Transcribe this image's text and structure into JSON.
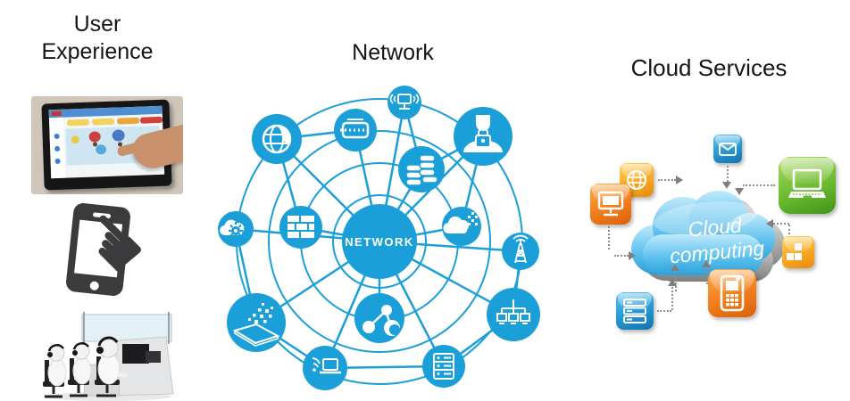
{
  "user_experience": {
    "title_line1": "User",
    "title_line2": "Experience",
    "images": [
      {
        "name": "touchscreen-kiosk-photo"
      },
      {
        "name": "smartphone-touch-icon"
      },
      {
        "name": "support-team-illustration"
      }
    ]
  },
  "network": {
    "title": "Network",
    "center_label": "NETWORK",
    "color": "#1b9fd8",
    "nodes": [
      "wireless-display",
      "globe",
      "network-switch",
      "secure-user",
      "database-stack",
      "cloud-gear",
      "firewall",
      "data-cloud",
      "radio-tower",
      "touch-scanner",
      "share-nodes",
      "lan-topology",
      "wireless-laptop",
      "server-rack"
    ]
  },
  "cloud_services": {
    "title": "Cloud Services",
    "cloud_line1": "Cloud",
    "cloud_line2": "computing",
    "icons": [
      {
        "name": "email-icon",
        "color": "#2b9fd8"
      },
      {
        "name": "web-globe-icon",
        "color": "#f7a823"
      },
      {
        "name": "desktop-monitor-icon",
        "color": "#f4821e"
      },
      {
        "name": "laptop-icon",
        "color": "#6cbb32"
      },
      {
        "name": "apps-grid-icon",
        "color": "#f7a823"
      },
      {
        "name": "mobile-phone-icon",
        "color": "#f4821e"
      },
      {
        "name": "server-stack-icon",
        "color": "#2b9fd8"
      }
    ]
  }
}
